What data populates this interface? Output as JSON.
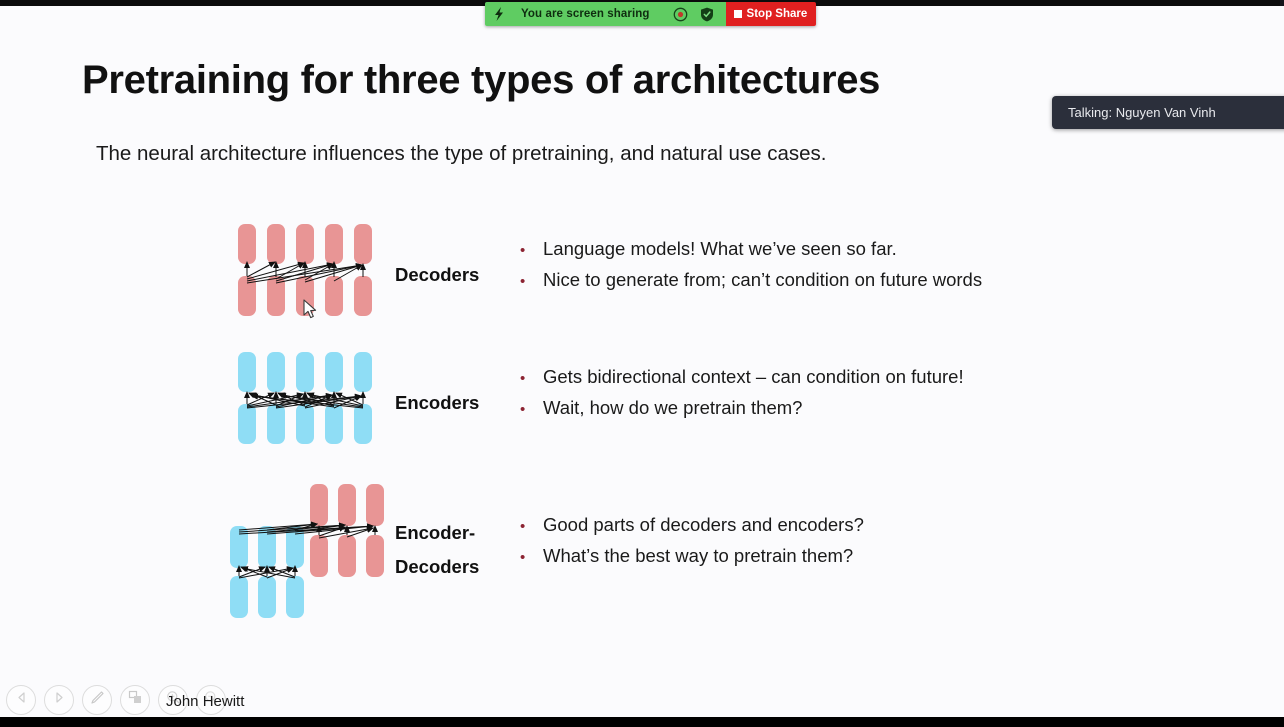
{
  "meeting": {
    "share_bar": {
      "bolt_icon": "bolt-icon",
      "status_text": "You are screen sharing",
      "record_icon": "record-icon",
      "shield_icon": "shield-icon",
      "stop_share_label": "Stop Share"
    },
    "talking_indicator": {
      "text": "Talking: Nguyen Van Vinh"
    },
    "toolbar": {
      "buttons": [
        {
          "name": "previous-slide-button",
          "icon": "triangle-left-icon"
        },
        {
          "name": "next-slide-button",
          "icon": "triangle-right-icon"
        },
        {
          "name": "annotate-pen-button",
          "icon": "pen-icon"
        },
        {
          "name": "slide-thumbnails-button",
          "icon": "windows-icon"
        },
        {
          "name": "zoom-in-button",
          "icon": "magnifier-plus-icon"
        },
        {
          "name": "zoom-out-button",
          "icon": "magnifier-minus-icon"
        }
      ],
      "presenter_name": "John Hewitt"
    }
  },
  "slide": {
    "title": "Pretraining for three types of architectures",
    "subtitle": "The neural architecture influences the type of pretraining, and natural use cases.",
    "rows": [
      {
        "id": "decoders",
        "label": "Decoders",
        "label_lines": [
          "Decoders"
        ],
        "color": "#e89595",
        "bullets": [
          "Language models! What we’ve seen so far.",
          "Nice to generate from; can’t condition on future words"
        ]
      },
      {
        "id": "encoders",
        "label": "Encoders",
        "label_lines": [
          "Encoders"
        ],
        "color": "#8fddf5",
        "bullets": [
          "Gets bidirectional context – can condition on future!",
          "Wait, how do we pretrain them?"
        ]
      },
      {
        "id": "encoder-decoders",
        "label": "Encoder-Decoders",
        "label_lines": [
          "Encoder-",
          "Decoders"
        ],
        "color": "#e89595",
        "bullets": [
          "Good parts of decoders and encoders?",
          "What’s the best way to pretrain them?"
        ]
      }
    ],
    "colors": {
      "pink": "#e89595",
      "blue": "#8fddf5",
      "bullet": "#8c2433",
      "text": "#1a1a1a"
    }
  }
}
